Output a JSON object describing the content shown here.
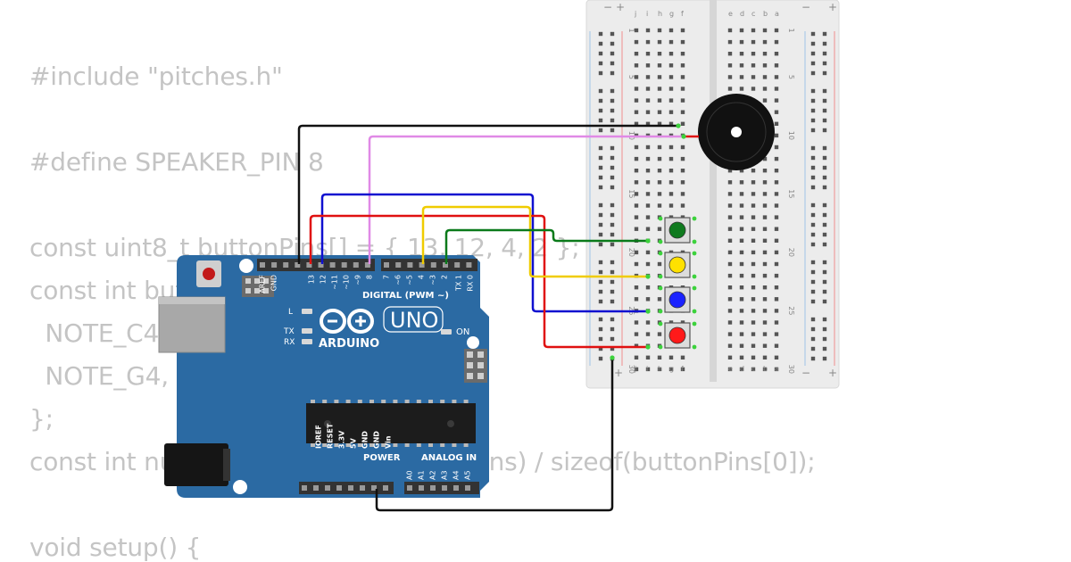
{
  "code_lines": [
    "#include \"pitches.h\"",
    "",
    "#define SPEAKER_PIN 8",
    "",
    "const uint8_t buttonPins[] = { 13, 12, 4, 2 };",
    "const int buttonTones[] = {",
    "  NOTE_C4, NOTE_E4, NOTE_F4,",
    "  NOTE_G4, NOTE_A4, NOTE_C5",
    "};",
    "const int numTones = sizeof(buttonPins) / sizeof(buttonPins[0]);",
    "",
    "void setup() {"
  ],
  "arduino": {
    "logo": "ARDUINO",
    "model": "UNO",
    "digital_header": "DIGITAL (PWM ~)",
    "power_header": "POWER",
    "analog_header": "ANALOG IN",
    "on_label": "ON",
    "l_label": "L",
    "tx_label": "TX",
    "rx_label": "RX",
    "top_pins": [
      "AREF",
      "GND",
      "13",
      "12",
      "~11",
      "~10",
      "~9",
      "8",
      "7",
      "~6",
      "~5",
      "4",
      "~3",
      "2",
      "TX 1",
      "RX 0"
    ],
    "power_pins": [
      "IOREF",
      "RESET",
      "3.3V",
      "5V",
      "GND",
      "GND",
      "Vin"
    ],
    "analog_pins": [
      "A0",
      "A1",
      "A2",
      "A3",
      "A4",
      "A5"
    ]
  },
  "breadboard": {
    "row_numbers": [
      "1",
      "5",
      "10",
      "15",
      "20",
      "25",
      "30"
    ],
    "left_cols": [
      "j",
      "i",
      "h",
      "g",
      "f"
    ],
    "right_cols": [
      "e",
      "d",
      "c",
      "b",
      "a"
    ],
    "rail_plus": "+",
    "rail_minus": "−"
  },
  "buttons": [
    {
      "color": "green",
      "hex": "#0f7a1e"
    },
    {
      "color": "yellow",
      "hex": "#ffe100"
    },
    {
      "color": "blue",
      "hex": "#1a22ff"
    },
    {
      "color": "red",
      "hex": "#ff1a1a"
    }
  ],
  "wires": {
    "gnd": "#111111",
    "speaker": "#e08ae6",
    "pin13": "#e01010",
    "pin12": "#1010d0",
    "pin4": "#f0cc00",
    "pin2": "#0a7a1a"
  },
  "colors": {
    "board": "#2b6aa3",
    "board_dark": "#1e5588",
    "breadboard": "#ececec",
    "code_text": "#c4c4c4"
  }
}
